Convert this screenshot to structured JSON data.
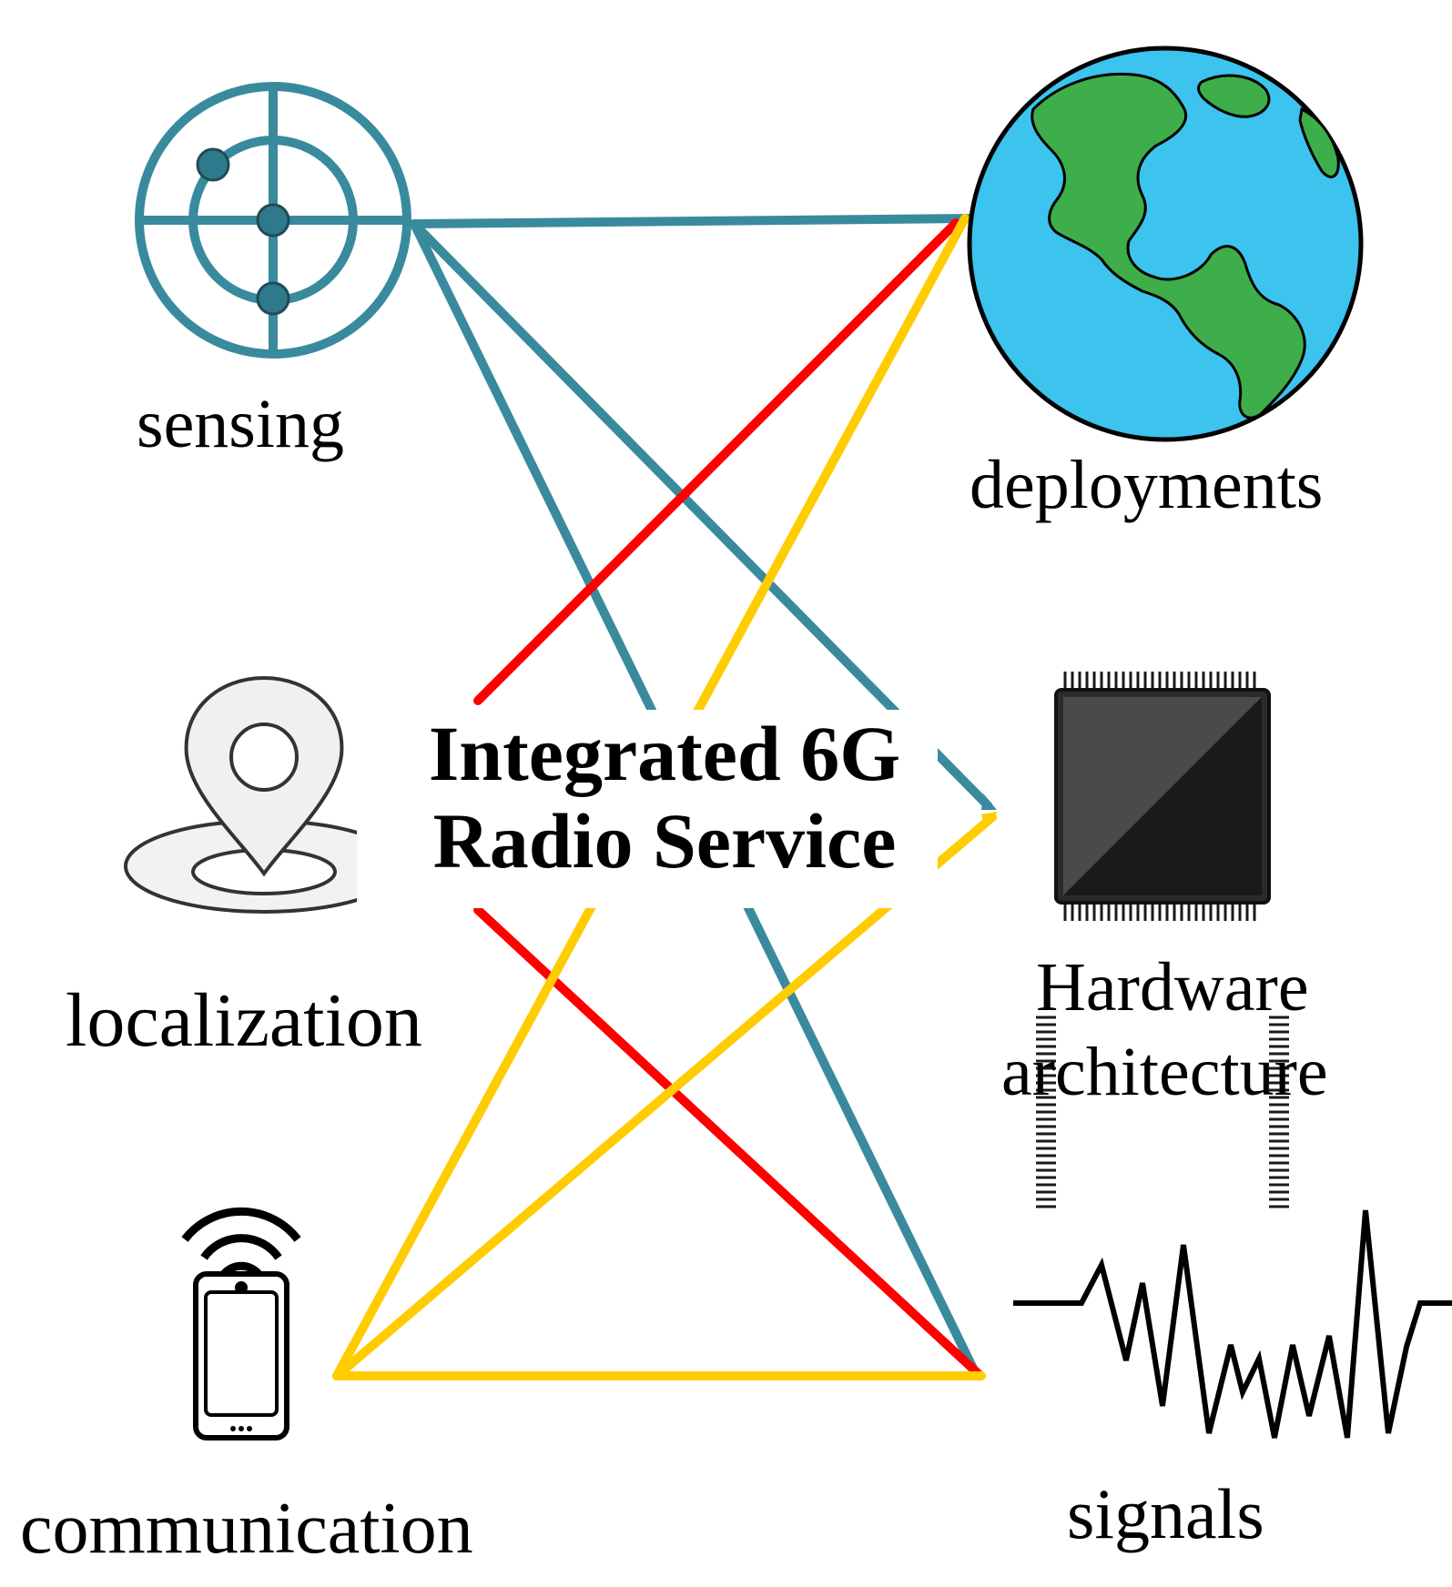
{
  "diagram": {
    "center": {
      "line1": "Integrated 6G",
      "line2": "Radio Service"
    },
    "nodes": {
      "sensing": {
        "label": "sensing",
        "icon": "radar-icon"
      },
      "deployments": {
        "label": "deployments",
        "icon": "globe-icon"
      },
      "localization": {
        "label": "localization",
        "icon": "location-pin-icon"
      },
      "hardware": {
        "label_line1": "Hardware",
        "label_line2": "architecture",
        "icon": "chip-icon"
      },
      "communication": {
        "label": "communication",
        "icon": "smartphone-icon"
      },
      "signals": {
        "label": "signals",
        "icon": "waveform-icon"
      }
    },
    "colors": {
      "teal": "#3a8a9e",
      "red": "#ff0000",
      "yellow": "#ffcc00",
      "globe_ocean": "#3cc3ee",
      "globe_land": "#3dae49",
      "chip": "#2b2b2b"
    }
  }
}
